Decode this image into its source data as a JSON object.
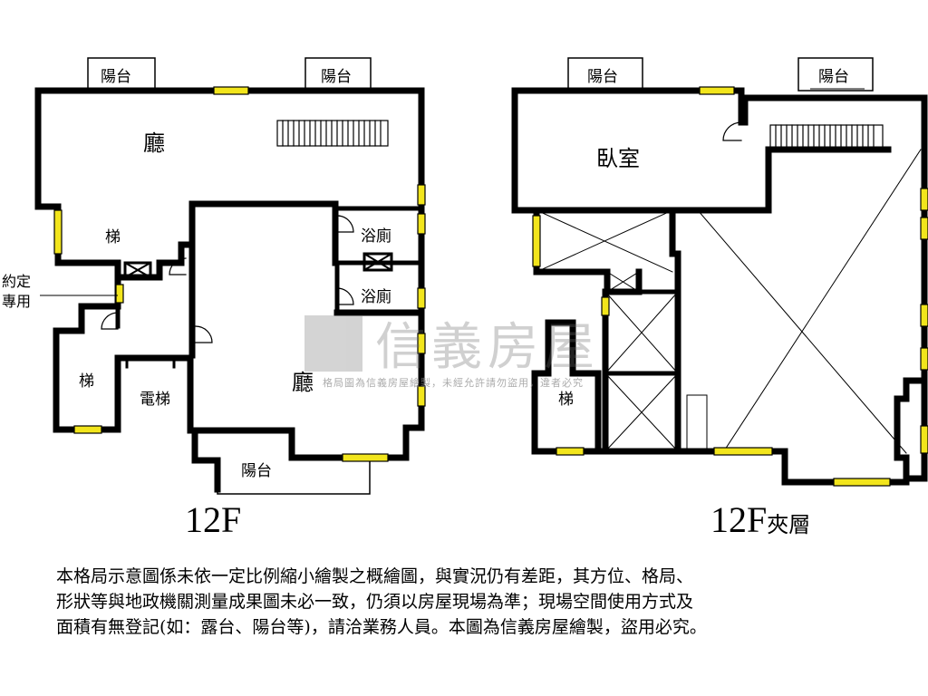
{
  "floors": [
    {
      "title": "12F",
      "subtitle": "",
      "rooms": {
        "living_top": "廳",
        "living_main": "廳",
        "stair_upper": "梯",
        "stair_lower": "梯",
        "elevator": "電梯",
        "bath_1": "浴廁",
        "bath_2": "浴廁",
        "balcony_left": "陽台",
        "balcony_right": "陽台",
        "balcony_bottom": "陽台"
      },
      "reserved_note": [
        "約定",
        "專用"
      ]
    },
    {
      "title": "12F",
      "subtitle": "夾層",
      "rooms": {
        "bedroom": "臥室",
        "stair": "梯",
        "balcony_left": "陽台",
        "balcony_right": "陽台"
      }
    }
  ],
  "watermark": {
    "brand": "信義房屋",
    "note": "格局圖為信義房屋繪製，未經允許請勿盜用，違者必究"
  },
  "disclaimer": [
    "本格局示意圖係未依一定比例縮小繪製之概繪圖，與實況仍有差距，其方位、格局、",
    "形狀等與地政機關測量成果圖未必一致，仍須以房屋現場為準；現場空間使用方式及",
    "面積有無登記(如：露台、陽台等)，請洽業務人員。本圖為信義房屋繪製，盜用必究。"
  ],
  "colors": {
    "wall": "#000000",
    "window": "#f2e51c",
    "background": "#ffffff"
  }
}
